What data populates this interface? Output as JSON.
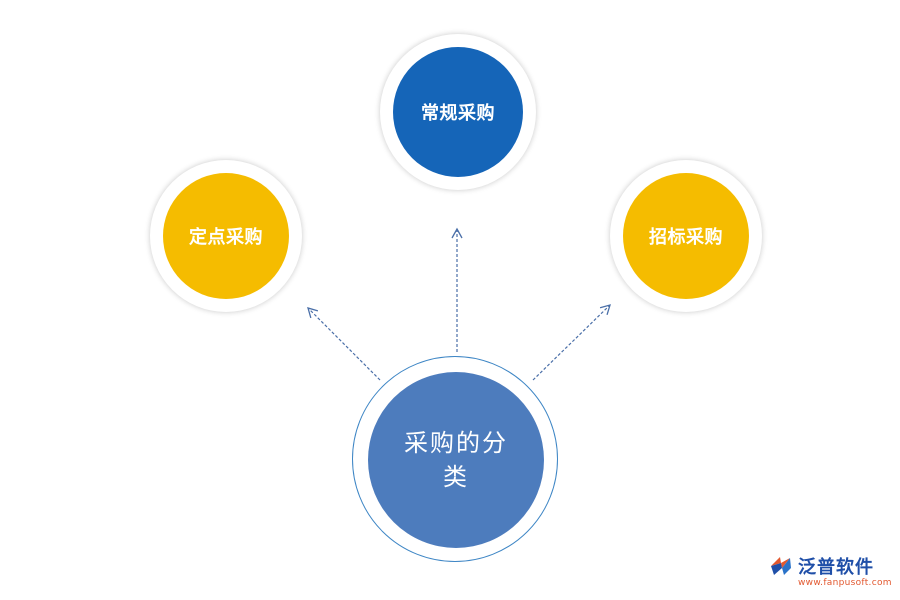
{
  "diagram": {
    "center": {
      "label": "采购的分类"
    },
    "nodes": [
      {
        "label": "常规采购",
        "color": "#1565b8"
      },
      {
        "label": "定点采购",
        "color": "#f5bc00"
      },
      {
        "label": "招标采购",
        "color": "#f5bc00"
      }
    ],
    "center_color": "#4d7cbd",
    "connector_style": "dashed-arrow"
  },
  "logo": {
    "name": "泛普软件",
    "url": "www.fanpusoft.com",
    "icon": "fanpu-logo-icon"
  }
}
